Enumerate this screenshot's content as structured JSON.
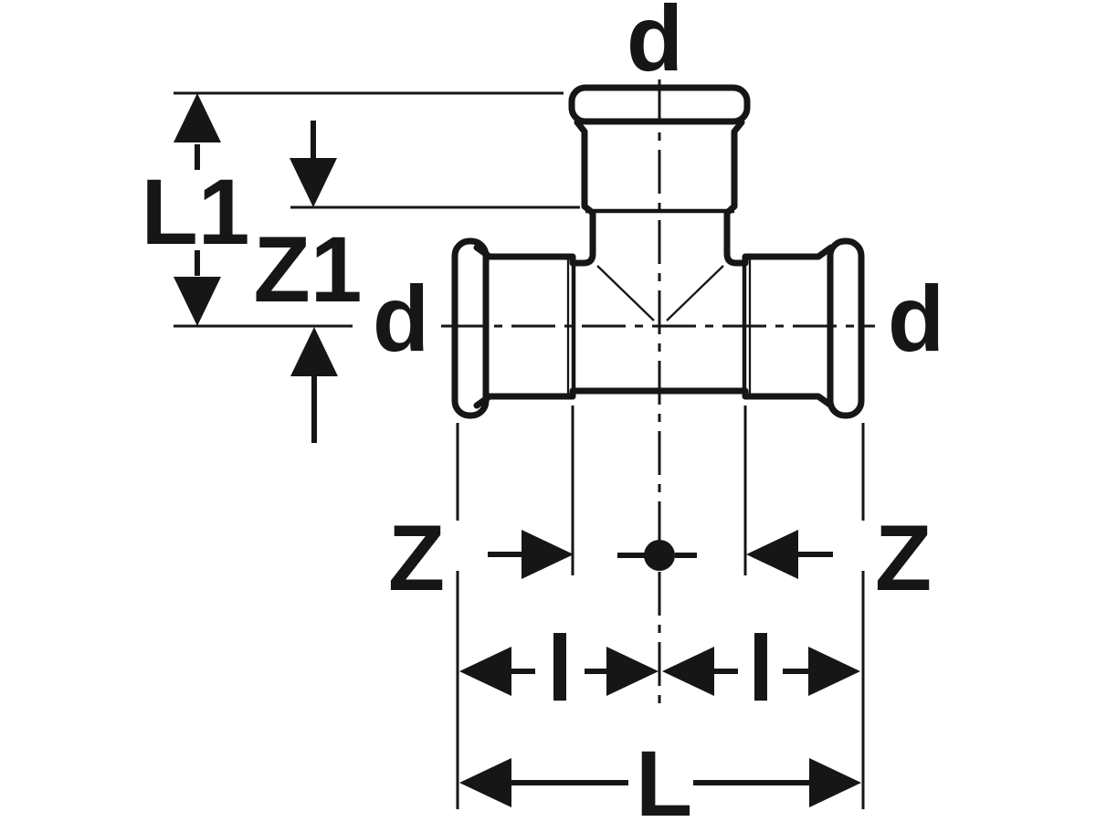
{
  "diagram": {
    "labels": {
      "d_top": "d",
      "d_left": "d",
      "d_right": "d",
      "L1": "L1",
      "Z1": "Z1",
      "Z_left": "Z",
      "Z_right": "Z",
      "l_left": "l",
      "l_right": "l",
      "L": "L"
    },
    "colors": {
      "line": "#161616",
      "background": "#ffffff"
    }
  }
}
